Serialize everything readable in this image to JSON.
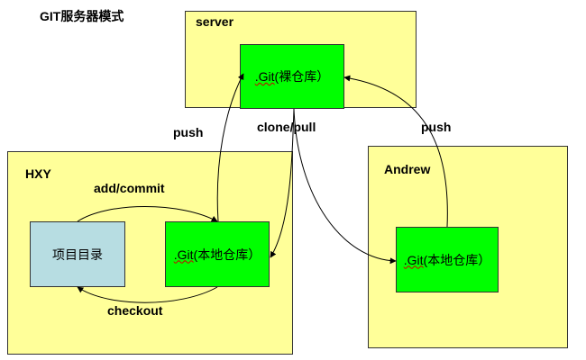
{
  "title": "GIT服务器模式",
  "panels": {
    "server": "server",
    "hxy": "HXY",
    "andrew": "Andrew"
  },
  "nodes": {
    "server_repo": {
      "git": ".Git",
      "label": "(裸仓库）"
    },
    "hxy_repo": {
      "git": ".Git",
      "label": "(本地仓库）"
    },
    "andrew_repo": {
      "git": ".Git",
      "label": "(本地仓库）"
    },
    "project_dir": {
      "label": "项目目录"
    }
  },
  "edges": {
    "push_hxy": "push",
    "clone_pull": "clone/pull",
    "push_andrew": "push",
    "add_commit": "add/commit",
    "checkout": "checkout"
  }
}
